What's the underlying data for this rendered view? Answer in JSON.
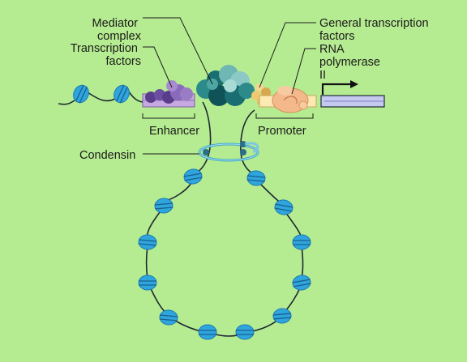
{
  "labels": {
    "mediator": [
      "Mediator",
      "complex"
    ],
    "transcription_factors": [
      "Transcription",
      "factors"
    ],
    "general_tf": [
      "General transcription",
      "factors"
    ],
    "rna_pol": [
      "RNA",
      "polymerase",
      "II"
    ],
    "enhancer": "Enhancer",
    "promoter": "Promoter",
    "condensin": "Condensin"
  },
  "colors": {
    "background": "#b6ec91",
    "nucleosome": "#2ea6dd",
    "nucleosome_dark": "#1b79b3",
    "dna": "#1e2a33",
    "enhancer_box": "#c7a8e0",
    "tf_purple": "#5a3d8a",
    "mediator_teal": "#1a6e72",
    "mediator_light": "#6fb7b4",
    "general_tf": "#f0c870",
    "rna_pol": "#f3b98a",
    "promoter_box": "#fde9b2",
    "gene_bar": "#c5c8ef",
    "condensin": "#3fa8c8"
  }
}
